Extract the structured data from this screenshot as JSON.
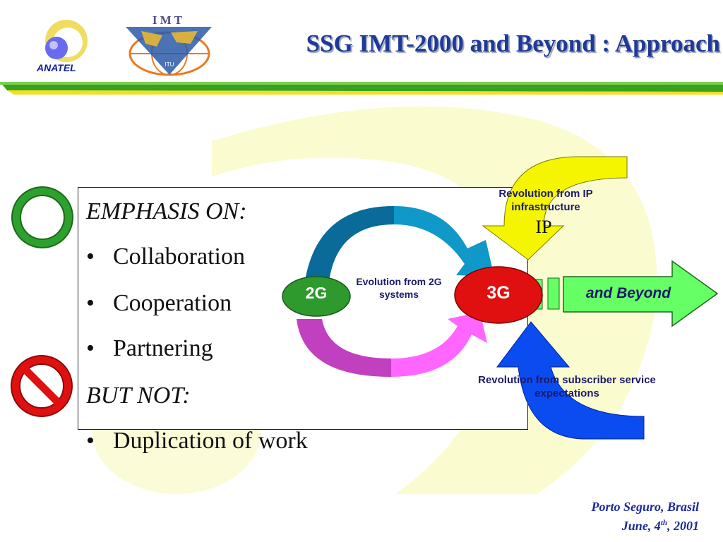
{
  "header": {
    "title": "SSG IMT-2000 and Beyond : Approach",
    "anatel_logo_text": "ANATEL",
    "imt_logo_text": "I M T",
    "itu_logo_text": "ITU"
  },
  "emphasis": {
    "heading": "EMPHASIS ON:",
    "bullets": [
      "Collaboration",
      "Cooperation",
      "Partnering"
    ],
    "but_heading": "BUT NOT:",
    "but_bullets": [
      "Duplication of work"
    ]
  },
  "diagram": {
    "node_2g": "2G",
    "node_3g": "3G",
    "evolution_label": "Evolution from 2G systems",
    "ip_label": "IP",
    "ip_caption": "Revolution from IP infrastructure",
    "subscriber_caption": "Revolution from subscriber service expectations",
    "beyond_label": "and Beyond"
  },
  "footer": {
    "place": "Porto Seguro, Brasil",
    "date_prefix": "June, 4",
    "date_sup": "th",
    "date_suffix": ", 2001"
  },
  "colors": {
    "title": "#1f3a96",
    "header_bar": "#3aa020",
    "node_2g": "#2e9a2e",
    "node_3g": "#e01010",
    "arrow_ip": "#f5f500",
    "arrow_subscriber": "#0a4cf0",
    "arrow_beyond": "#66ff66"
  }
}
